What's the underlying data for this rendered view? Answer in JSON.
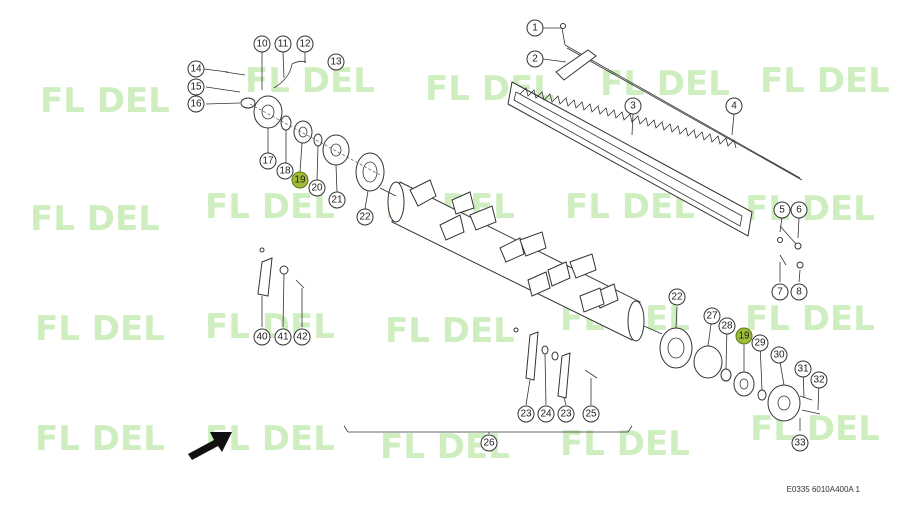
{
  "watermark": {
    "text": "FL   DEL",
    "color": "#cfeec0"
  },
  "highlight_color": "#9fbb3a",
  "footer_code": "E0335 6010A400A 1",
  "callouts": [
    "1",
    "2",
    "3",
    "4",
    "5",
    "6",
    "7",
    "8",
    "10",
    "11",
    "12",
    "13",
    "14",
    "15",
    "16",
    "17",
    "18",
    "19",
    "20",
    "21",
    "22",
    "22",
    "23",
    "24",
    "23",
    "25",
    "26",
    "27",
    "28",
    "19",
    "29",
    "30",
    "31",
    "32",
    "33",
    "40",
    "41",
    "42"
  ],
  "icons": {
    "direction_arrow": "arrow-right-up-icon"
  }
}
